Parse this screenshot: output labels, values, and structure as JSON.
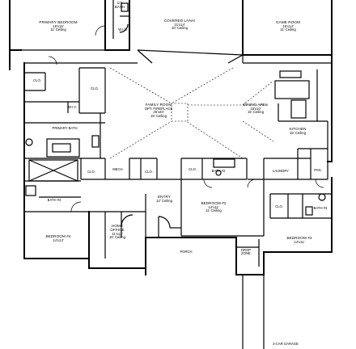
{
  "rooms": {
    "primary_bedroom": {
      "name": "PRIMARY BEDROOM",
      "dims": "16'x16'",
      "ceiling": "11' Ceiling"
    },
    "covered_lanai": {
      "name": "COVERED LANAI",
      "dims": "21'x14'",
      "ceiling": "10' Ceiling"
    },
    "game_room": {
      "name": "GAME ROOM",
      "dims": "16'x14'",
      "ceiling": "11' Ceiling"
    },
    "half_bath": {
      "name": "1/2",
      "sub": "BATH"
    },
    "wic_top": {
      "name": "W.I.C."
    },
    "clo_a": {
      "name": "CLO."
    },
    "clo_b": {
      "name": "CLO."
    },
    "wic_mid": {
      "name": "W.I.C."
    },
    "family_room": {
      "name": "FAMILY ROOM",
      "opt": "OPT. FIREPLACE",
      "dims": "25'x20'",
      "ceiling": "15' Ceiling"
    },
    "dining_area": {
      "name": "DINING AREA",
      "dims": "15'x10'",
      "ceiling": "15' Ceiling"
    },
    "kitchen": {
      "name": "KITCHEN",
      "ceiling": "15' Ceiling"
    },
    "primary_bath": {
      "name": "PRIMARY BATH"
    },
    "clo_c": {
      "name": "CLO."
    },
    "mech": {
      "name": "MECH."
    },
    "clo_d": {
      "name": "CLO."
    },
    "clo_e": {
      "name": "CLO."
    },
    "bath2": {
      "name": "BATH #2"
    },
    "laundry": {
      "name": "LAUNDRY"
    },
    "pan": {
      "name": "PAN."
    },
    "bath4": {
      "name": "BATH #4"
    },
    "entry": {
      "name": "ENTRY",
      "ceiling": "12' Ceiling"
    },
    "bedroom2": {
      "name": "BEDROOM #2",
      "dims": "14'x11'",
      "ceiling": "11' Ceiling"
    },
    "clo_f": {
      "name": "CLO."
    },
    "bath3": {
      "name": "BATH #3"
    },
    "bedroom4": {
      "name": "BEDROOM #4",
      "dims": "14'x13'"
    },
    "home_office": {
      "name": "HOME OFFICE",
      "dims": "11'x13'",
      "ceiling": "15' Ceiling"
    },
    "porch": {
      "name": "PORCH"
    },
    "drop_zone": {
      "name": "DROP ZONE"
    },
    "bedroom3": {
      "name": "BEDROOM #3",
      "dims": "14'x11'"
    },
    "garage": {
      "name": "3-CAR GARAGE"
    }
  }
}
